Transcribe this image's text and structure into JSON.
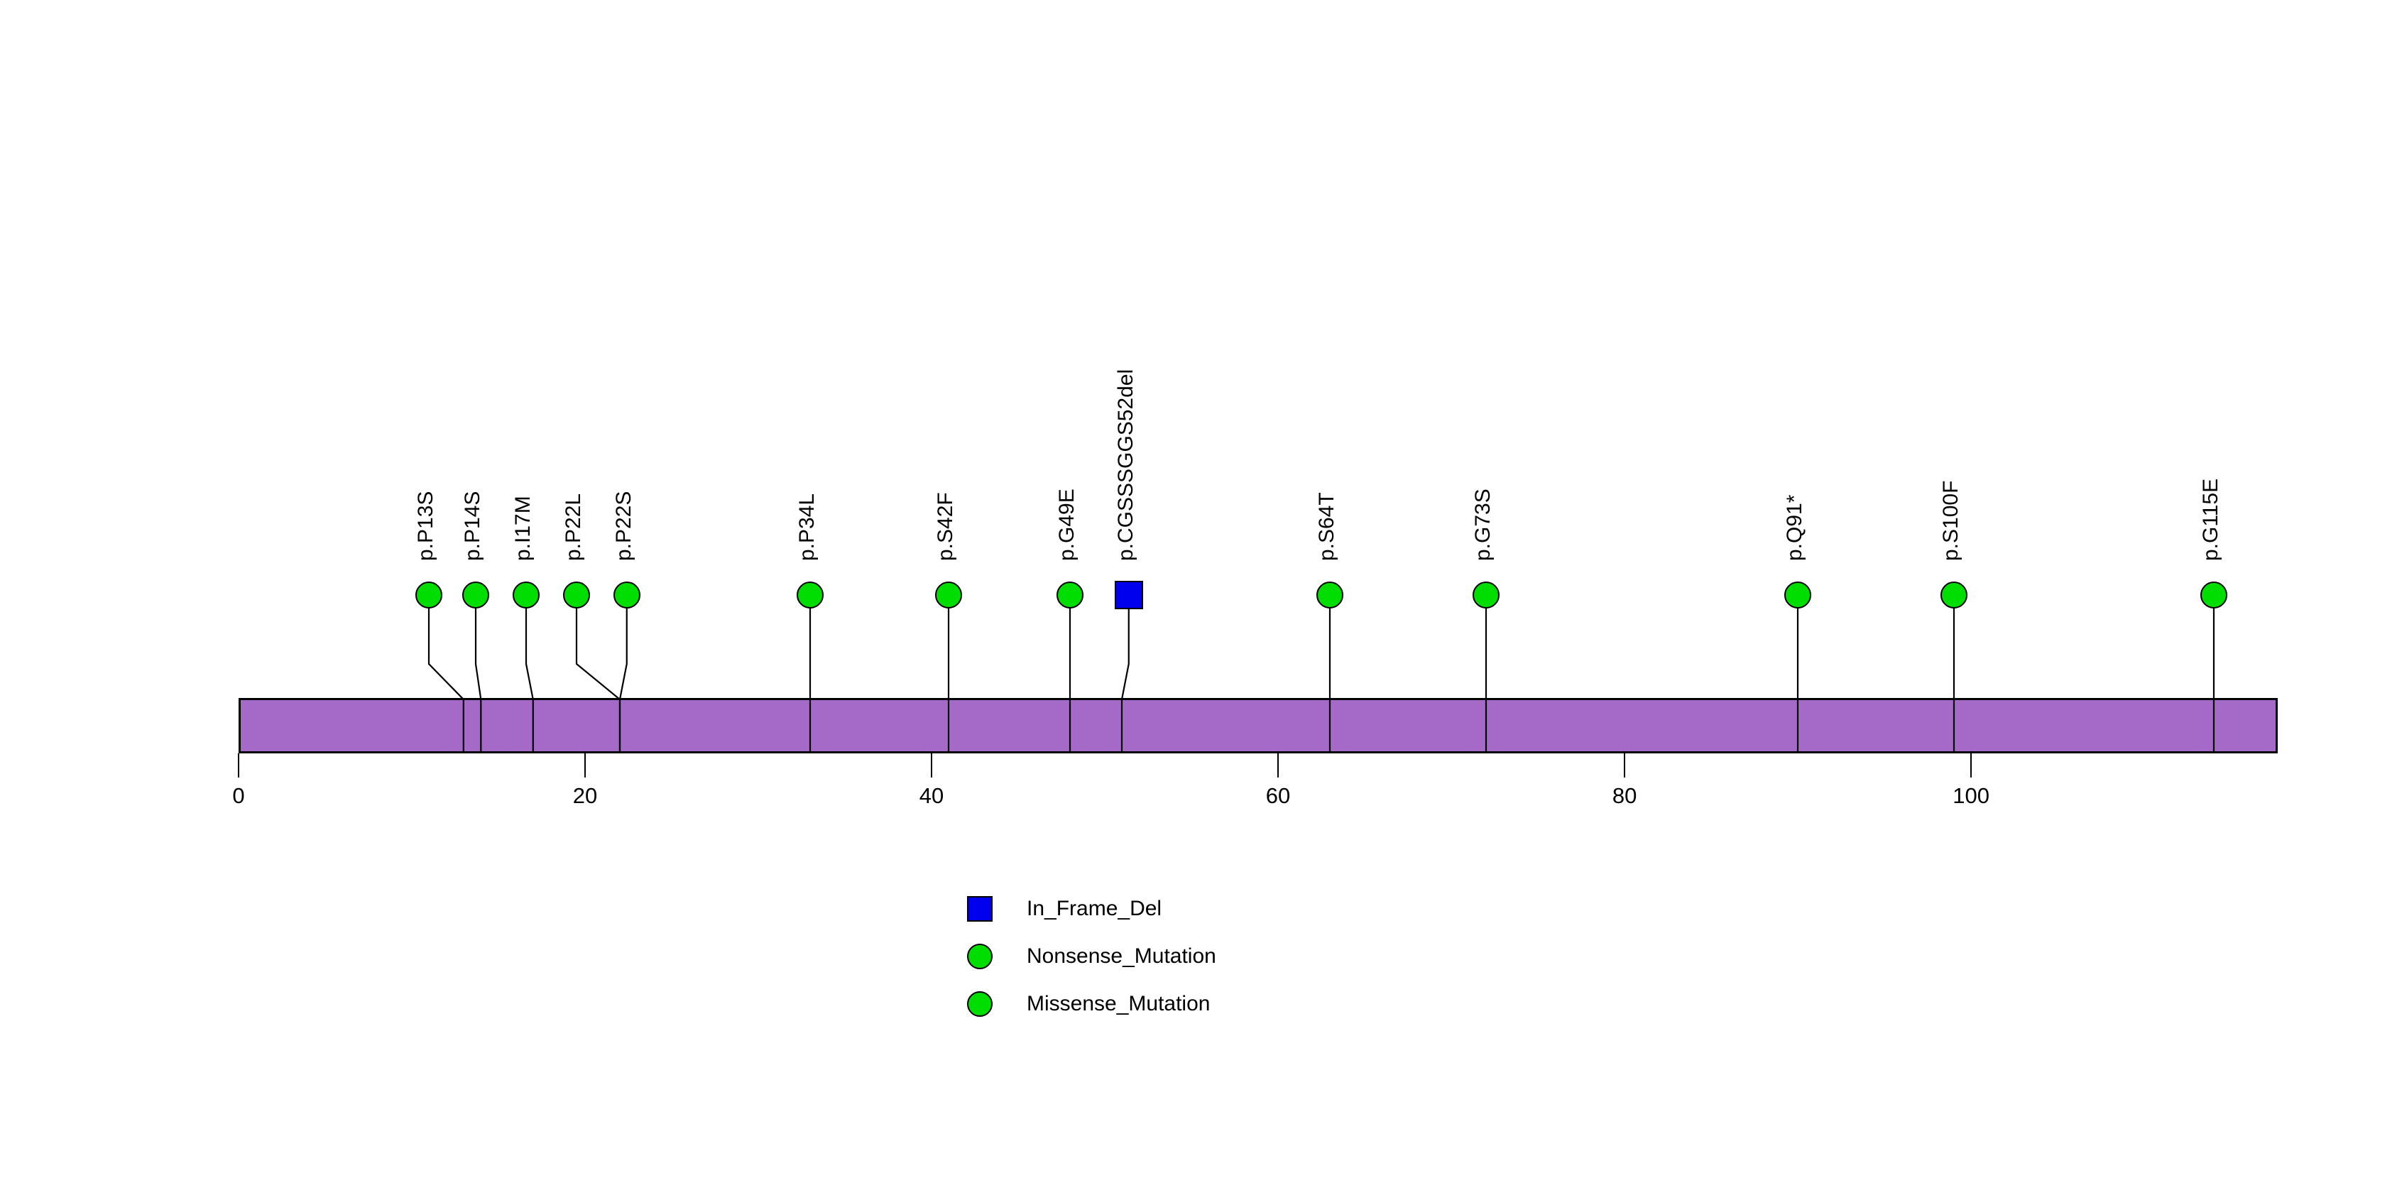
{
  "chart_data": {
    "type": "lollipop",
    "title": "",
    "xlabel": "",
    "ylabel": "",
    "xlim": [
      0,
      117.7
    ],
    "grid": false,
    "protein_bar": {
      "start": 0,
      "end": 117.7,
      "color": "#a569c8",
      "border_color": "#000000"
    },
    "axis": {
      "ticks": [
        0,
        20,
        40,
        60,
        80,
        100
      ],
      "tick_labels": [
        "0",
        "20",
        "40",
        "60",
        "80",
        "100"
      ]
    },
    "mutations": [
      {
        "label": "p.P13S",
        "position": 13,
        "marker_position": 11.0,
        "shape": "circle",
        "color": "#00dd00",
        "type": "Missense_Mutation"
      },
      {
        "label": "p.P14S",
        "position": 14,
        "marker_position": 13.7,
        "shape": "circle",
        "color": "#00dd00",
        "type": "Missense_Mutation"
      },
      {
        "label": "p.I17M",
        "position": 17,
        "marker_position": 16.6,
        "shape": "circle",
        "color": "#00dd00",
        "type": "Missense_Mutation"
      },
      {
        "label": "p.P22L",
        "position": 22,
        "marker_position": 19.5,
        "shape": "circle",
        "color": "#00dd00",
        "type": "Missense_Mutation"
      },
      {
        "label": "p.P22S",
        "position": 22,
        "marker_position": 22.4,
        "shape": "circle",
        "color": "#00dd00",
        "type": "Missense_Mutation"
      },
      {
        "label": "p.P34L",
        "position": 33,
        "marker_position": 33.0,
        "shape": "circle",
        "color": "#00dd00",
        "type": "Missense_Mutation"
      },
      {
        "label": "p.S42F",
        "position": 41,
        "marker_position": 41.0,
        "shape": "circle",
        "color": "#00dd00",
        "type": "Missense_Mutation"
      },
      {
        "label": "p.G49E",
        "position": 48,
        "marker_position": 48.0,
        "shape": "circle",
        "color": "#00dd00",
        "type": "Missense_Mutation"
      },
      {
        "label": "p.CGSSSGGS52del",
        "position": 51,
        "marker_position": 51.4,
        "shape": "square",
        "color": "#0000ee",
        "type": "In_Frame_Del"
      },
      {
        "label": "p.S64T",
        "position": 63,
        "marker_position": 63.0,
        "shape": "circle",
        "color": "#00dd00",
        "type": "Missense_Mutation"
      },
      {
        "label": "p.G73S",
        "position": 72,
        "marker_position": 72.0,
        "shape": "circle",
        "color": "#00dd00",
        "type": "Missense_Mutation"
      },
      {
        "label": "p.Q91*",
        "position": 90,
        "marker_position": 90.0,
        "shape": "circle",
        "color": "#00dd00",
        "type": "Nonsense_Mutation"
      },
      {
        "label": "p.S100F",
        "position": 99,
        "marker_position": 99.0,
        "shape": "circle",
        "color": "#00dd00",
        "type": "Missense_Mutation"
      },
      {
        "label": "p.G115E",
        "position": 114,
        "marker_position": 114.0,
        "shape": "circle",
        "color": "#00dd00",
        "type": "Missense_Mutation"
      }
    ],
    "legend": {
      "position": "bottom-center",
      "entries": [
        {
          "label": "In_Frame_Del",
          "shape": "square",
          "color": "#0000ee"
        },
        {
          "label": "Nonsense_Mutation",
          "shape": "circle",
          "color": "#00dd00"
        },
        {
          "label": "Missense_Mutation",
          "shape": "circle",
          "color": "#00dd00"
        }
      ]
    }
  }
}
